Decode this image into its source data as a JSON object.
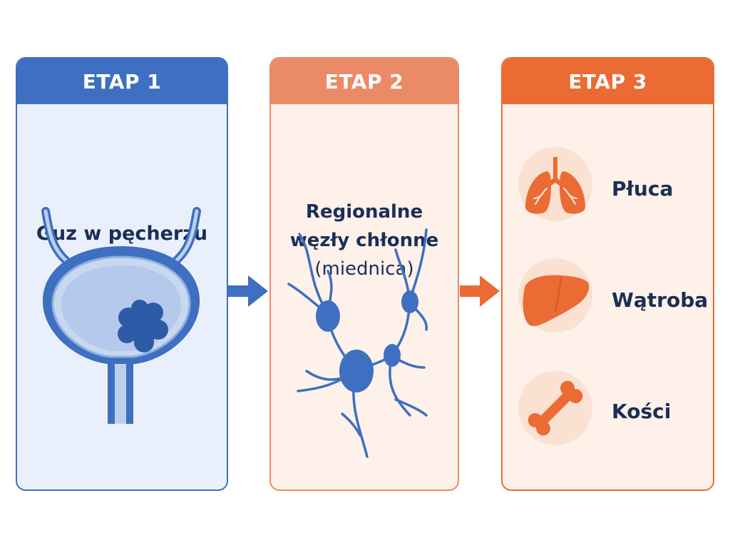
{
  "stages": [
    {
      "header": "ETAP 1",
      "label": "Guz w pęcherzu"
    },
    {
      "header": "ETAP 2",
      "label_lines": [
        "Regionalne",
        "węzły chłonne",
        "(miednica)"
      ]
    },
    {
      "header": "ETAP 3",
      "organs": [
        "Płuca",
        "Wątroba",
        "Kości"
      ]
    }
  ],
  "colors": {
    "stage1": "#3e6fc0",
    "stage2": "#eb8a67",
    "stage3": "#ea6b33",
    "text": "#1b2e56"
  },
  "icons": [
    "bladder-icon",
    "tumor-icon",
    "lymph-nodes-icon",
    "lungs-icon",
    "liver-icon",
    "bone-icon",
    "arrow-right-icon"
  ]
}
